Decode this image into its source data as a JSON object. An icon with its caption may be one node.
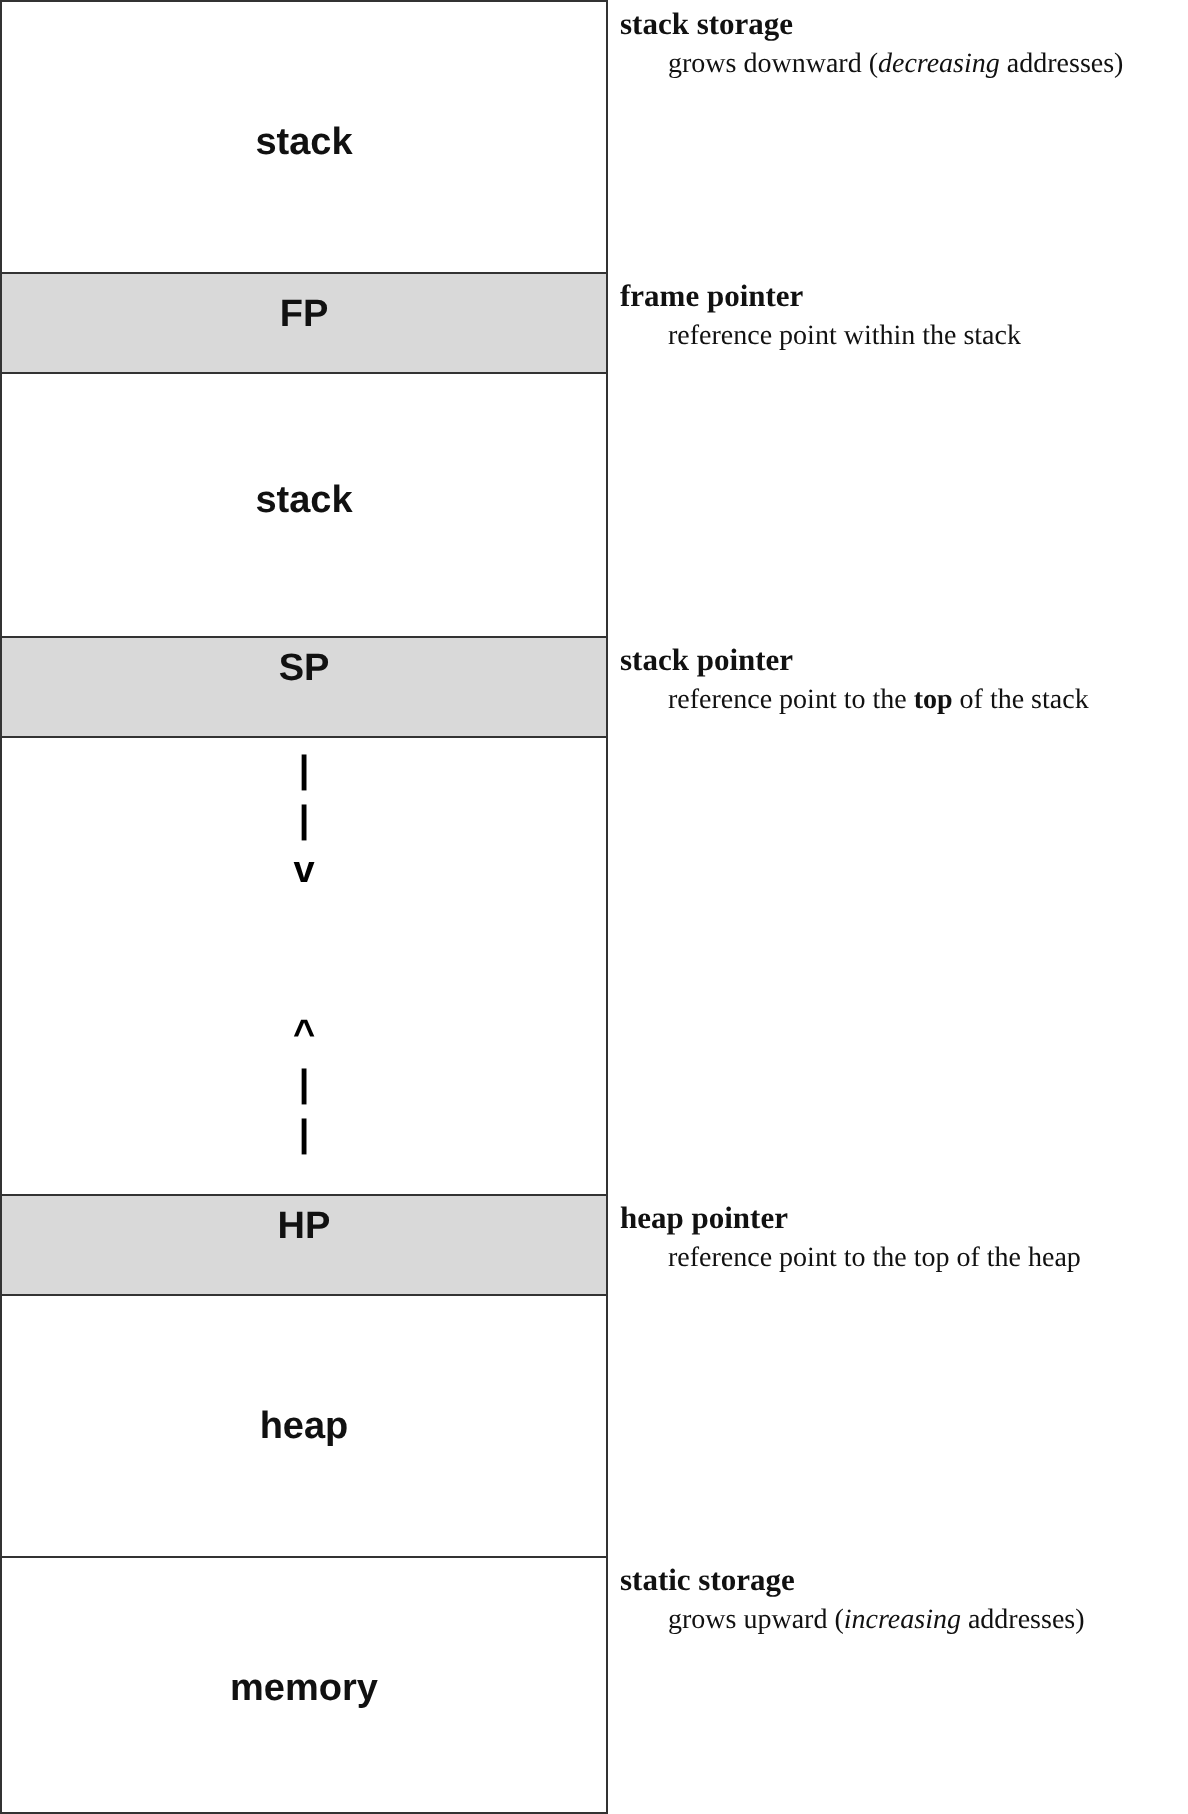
{
  "diagram": {
    "nodes": [
      {
        "text": [
          "stack"
        ],
        "beside": [
          "stack storage",
          "grows downward (*decreasing* addresses)"
        ]
      },
      {
        "text": [
          "FP"
        ],
        "beside": [
          "frame pointer",
          "reference point within the stack"
        ]
      },
      {
        "text": [
          "stack"
        ]
      },
      {
        "text": [
          "SP"
        ],
        "beside": [
          "stack pointer",
          "reference point to the **top** of the stack"
        ]
      },
      {
        "text": [
          "| | v",
          "^ | |"
        ]
      },
      {
        "text": [
          "HP"
        ],
        "beside": [
          "heap pointer",
          "reference point to the top of the heap"
        ]
      },
      {
        "text": [
          "heap"
        ]
      },
      {
        "text": [
          "memory"
        ],
        "beside": [
          "static storage",
          "grows upward (*increasing* addresses)"
        ]
      }
    ]
  }
}
